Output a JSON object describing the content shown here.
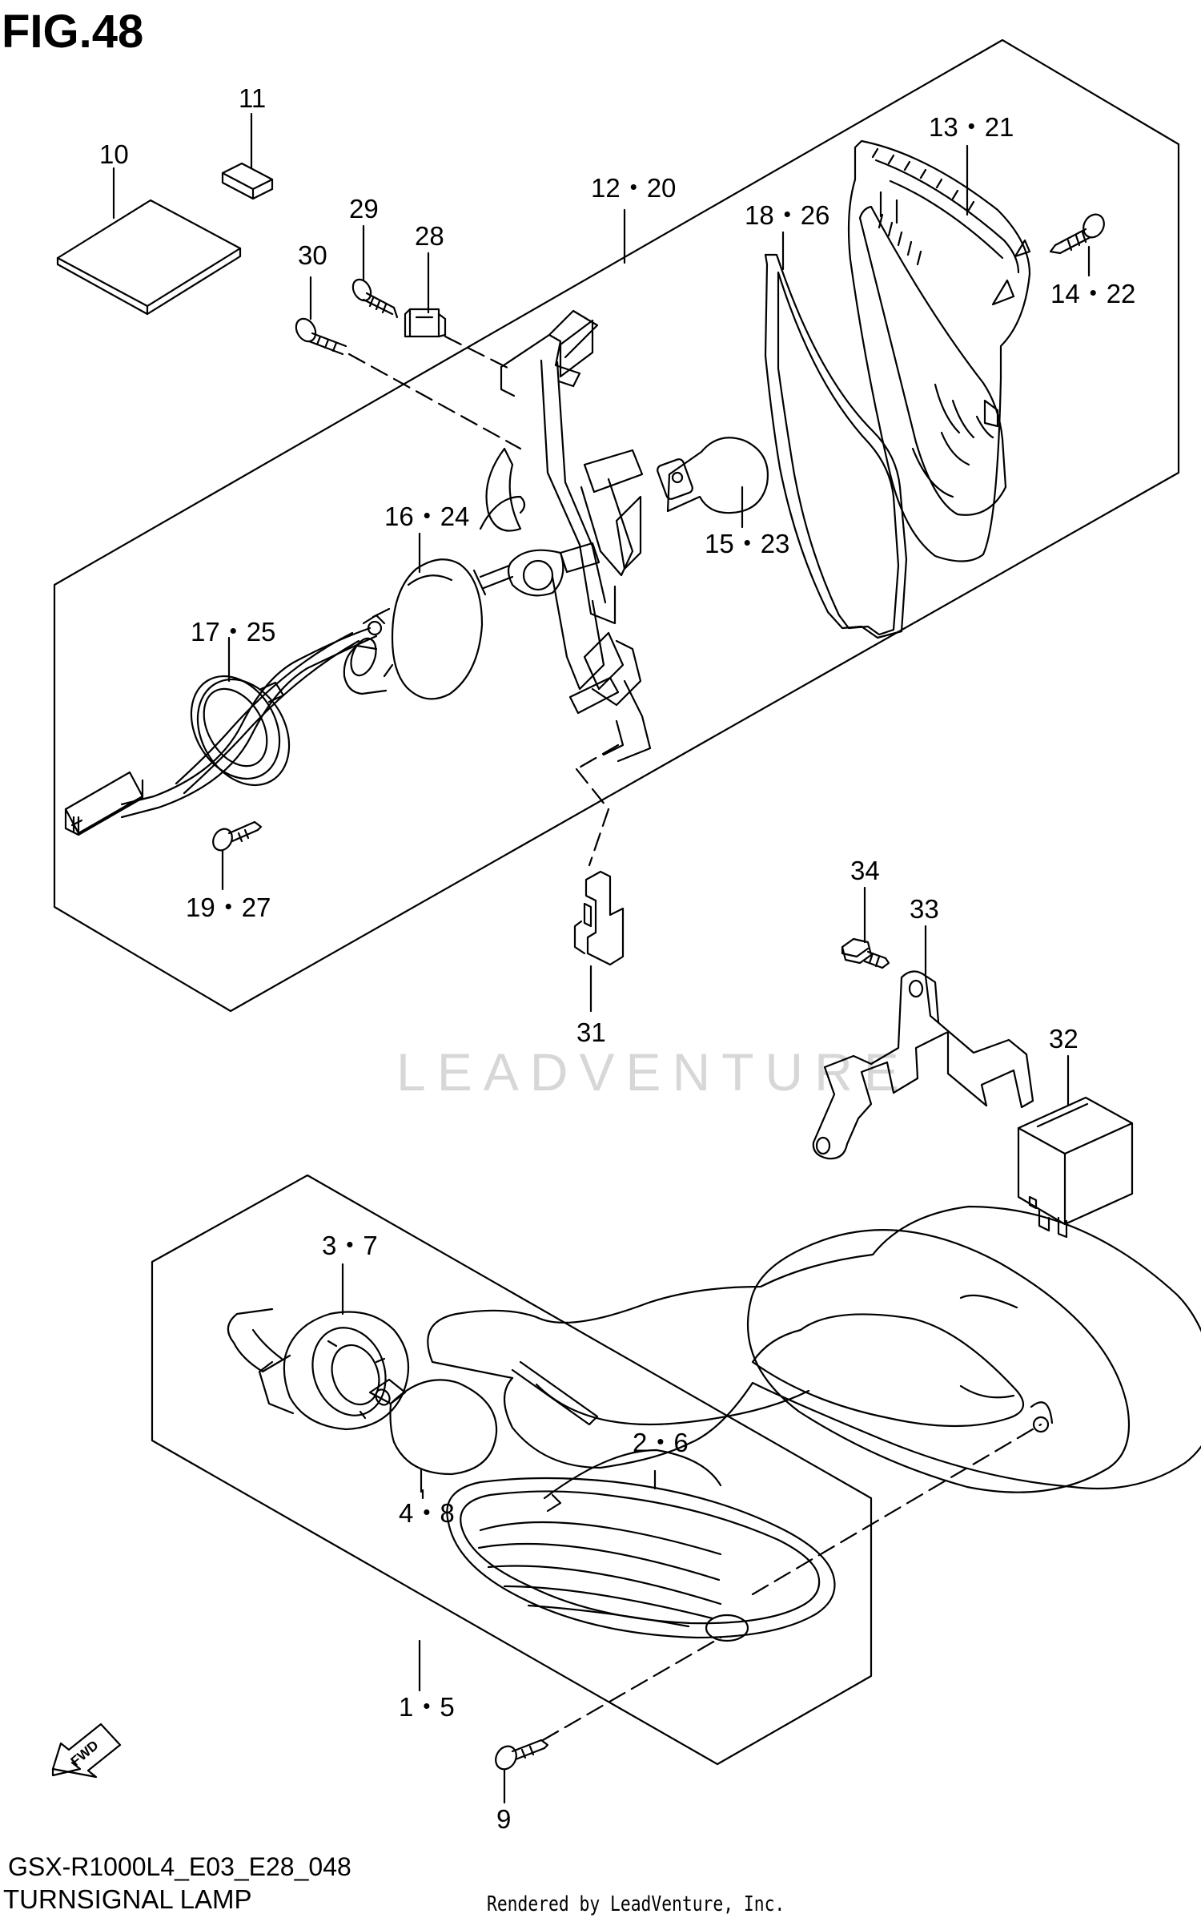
{
  "figure": {
    "title": "FIG.48",
    "model_code": "GSX-R1000L4_E03_E28_048",
    "name": "TURNSIGNAL LAMP",
    "rendered_by": "Rendered by LeadVenture, Inc.",
    "watermark": "LEADVENTURE",
    "fwd_label": "FWD"
  },
  "callouts": {
    "c1_5": "1・5",
    "c2_6": "2・6",
    "c3_7": "3・7",
    "c4_8": "4・8",
    "c9": "9",
    "c10": "10",
    "c11": "11",
    "c12_20": "12・20",
    "c13_21": "13・21",
    "c14_22": "14・22",
    "c15_23": "15・23",
    "c16_24": "16・24",
    "c17_25": "17・25",
    "c18_26": "18・26",
    "c19_27": "19・27",
    "c28": "28",
    "c29": "29",
    "c30": "30",
    "c31": "31",
    "c32": "32",
    "c33": "33",
    "c34": "34"
  }
}
